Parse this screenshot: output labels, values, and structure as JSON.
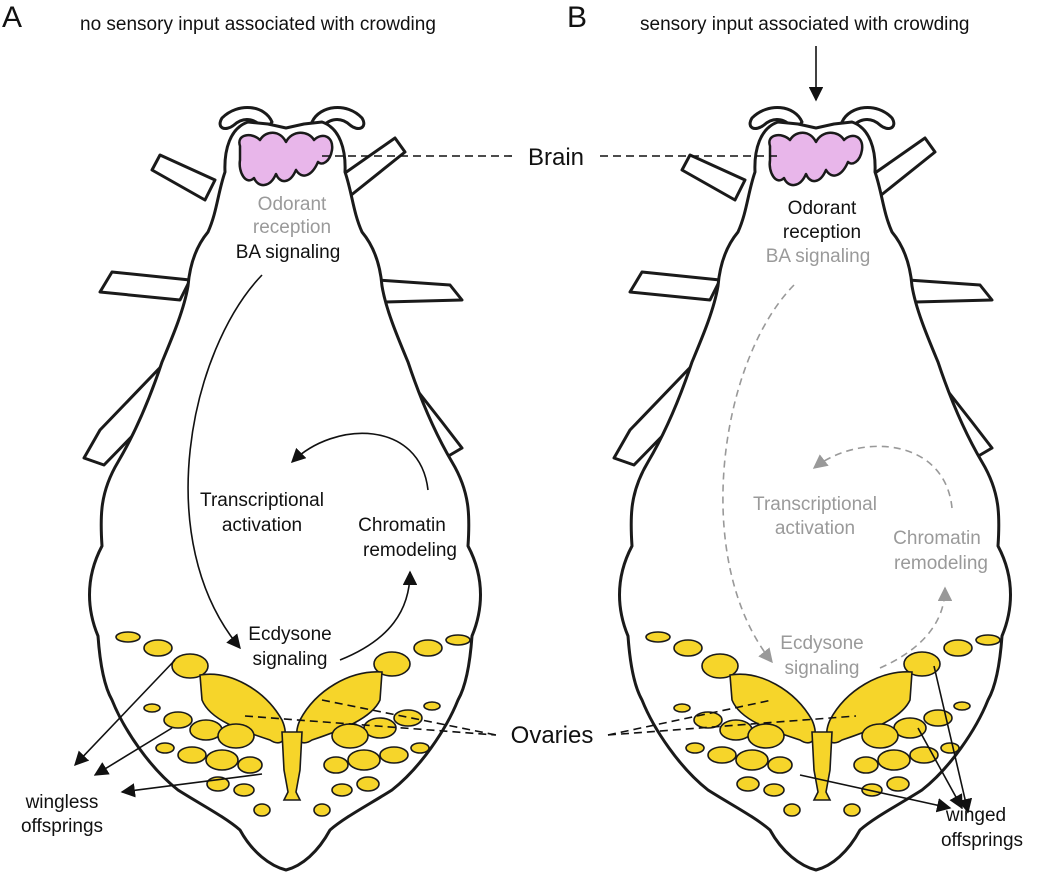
{
  "panel_a": {
    "letter": "A",
    "header": "no sensory input associated with crowding",
    "odorant_line1": "Odorant",
    "odorant_line2": "reception",
    "ba_signaling": "BA signaling",
    "transcriptional_line1": "Transcriptional",
    "transcriptional_line2": "activation",
    "chromatin_line1": "Chromatin",
    "chromatin_line2": "remodeling",
    "ecdysone_line1": "Ecdysone",
    "ecdysone_line2": "signaling",
    "offspring_line1": "wingless",
    "offspring_line2": "offsprings"
  },
  "panel_b": {
    "letter": "B",
    "header": "sensory input associated with crowding",
    "odorant_line1": "Odorant",
    "odorant_line2": "reception",
    "ba_signaling": "BA signaling",
    "transcriptional_line1": "Transcriptional",
    "transcriptional_line2": "activation",
    "chromatin_line1": "Chromatin",
    "chromatin_line2": "remodeling",
    "ecdysone_line1": "Ecdysone",
    "ecdysone_line2": "signaling",
    "offspring_line1": "winged",
    "offspring_line2": "offsprings"
  },
  "shared": {
    "brain_label": "Brain",
    "ovaries_label": "Ovaries"
  },
  "colors": {
    "active_text": "#111111",
    "inactive_text": "#9a9a9a",
    "brain_fill": "#e8b6ea",
    "ovary_fill": "#f6d52a"
  }
}
